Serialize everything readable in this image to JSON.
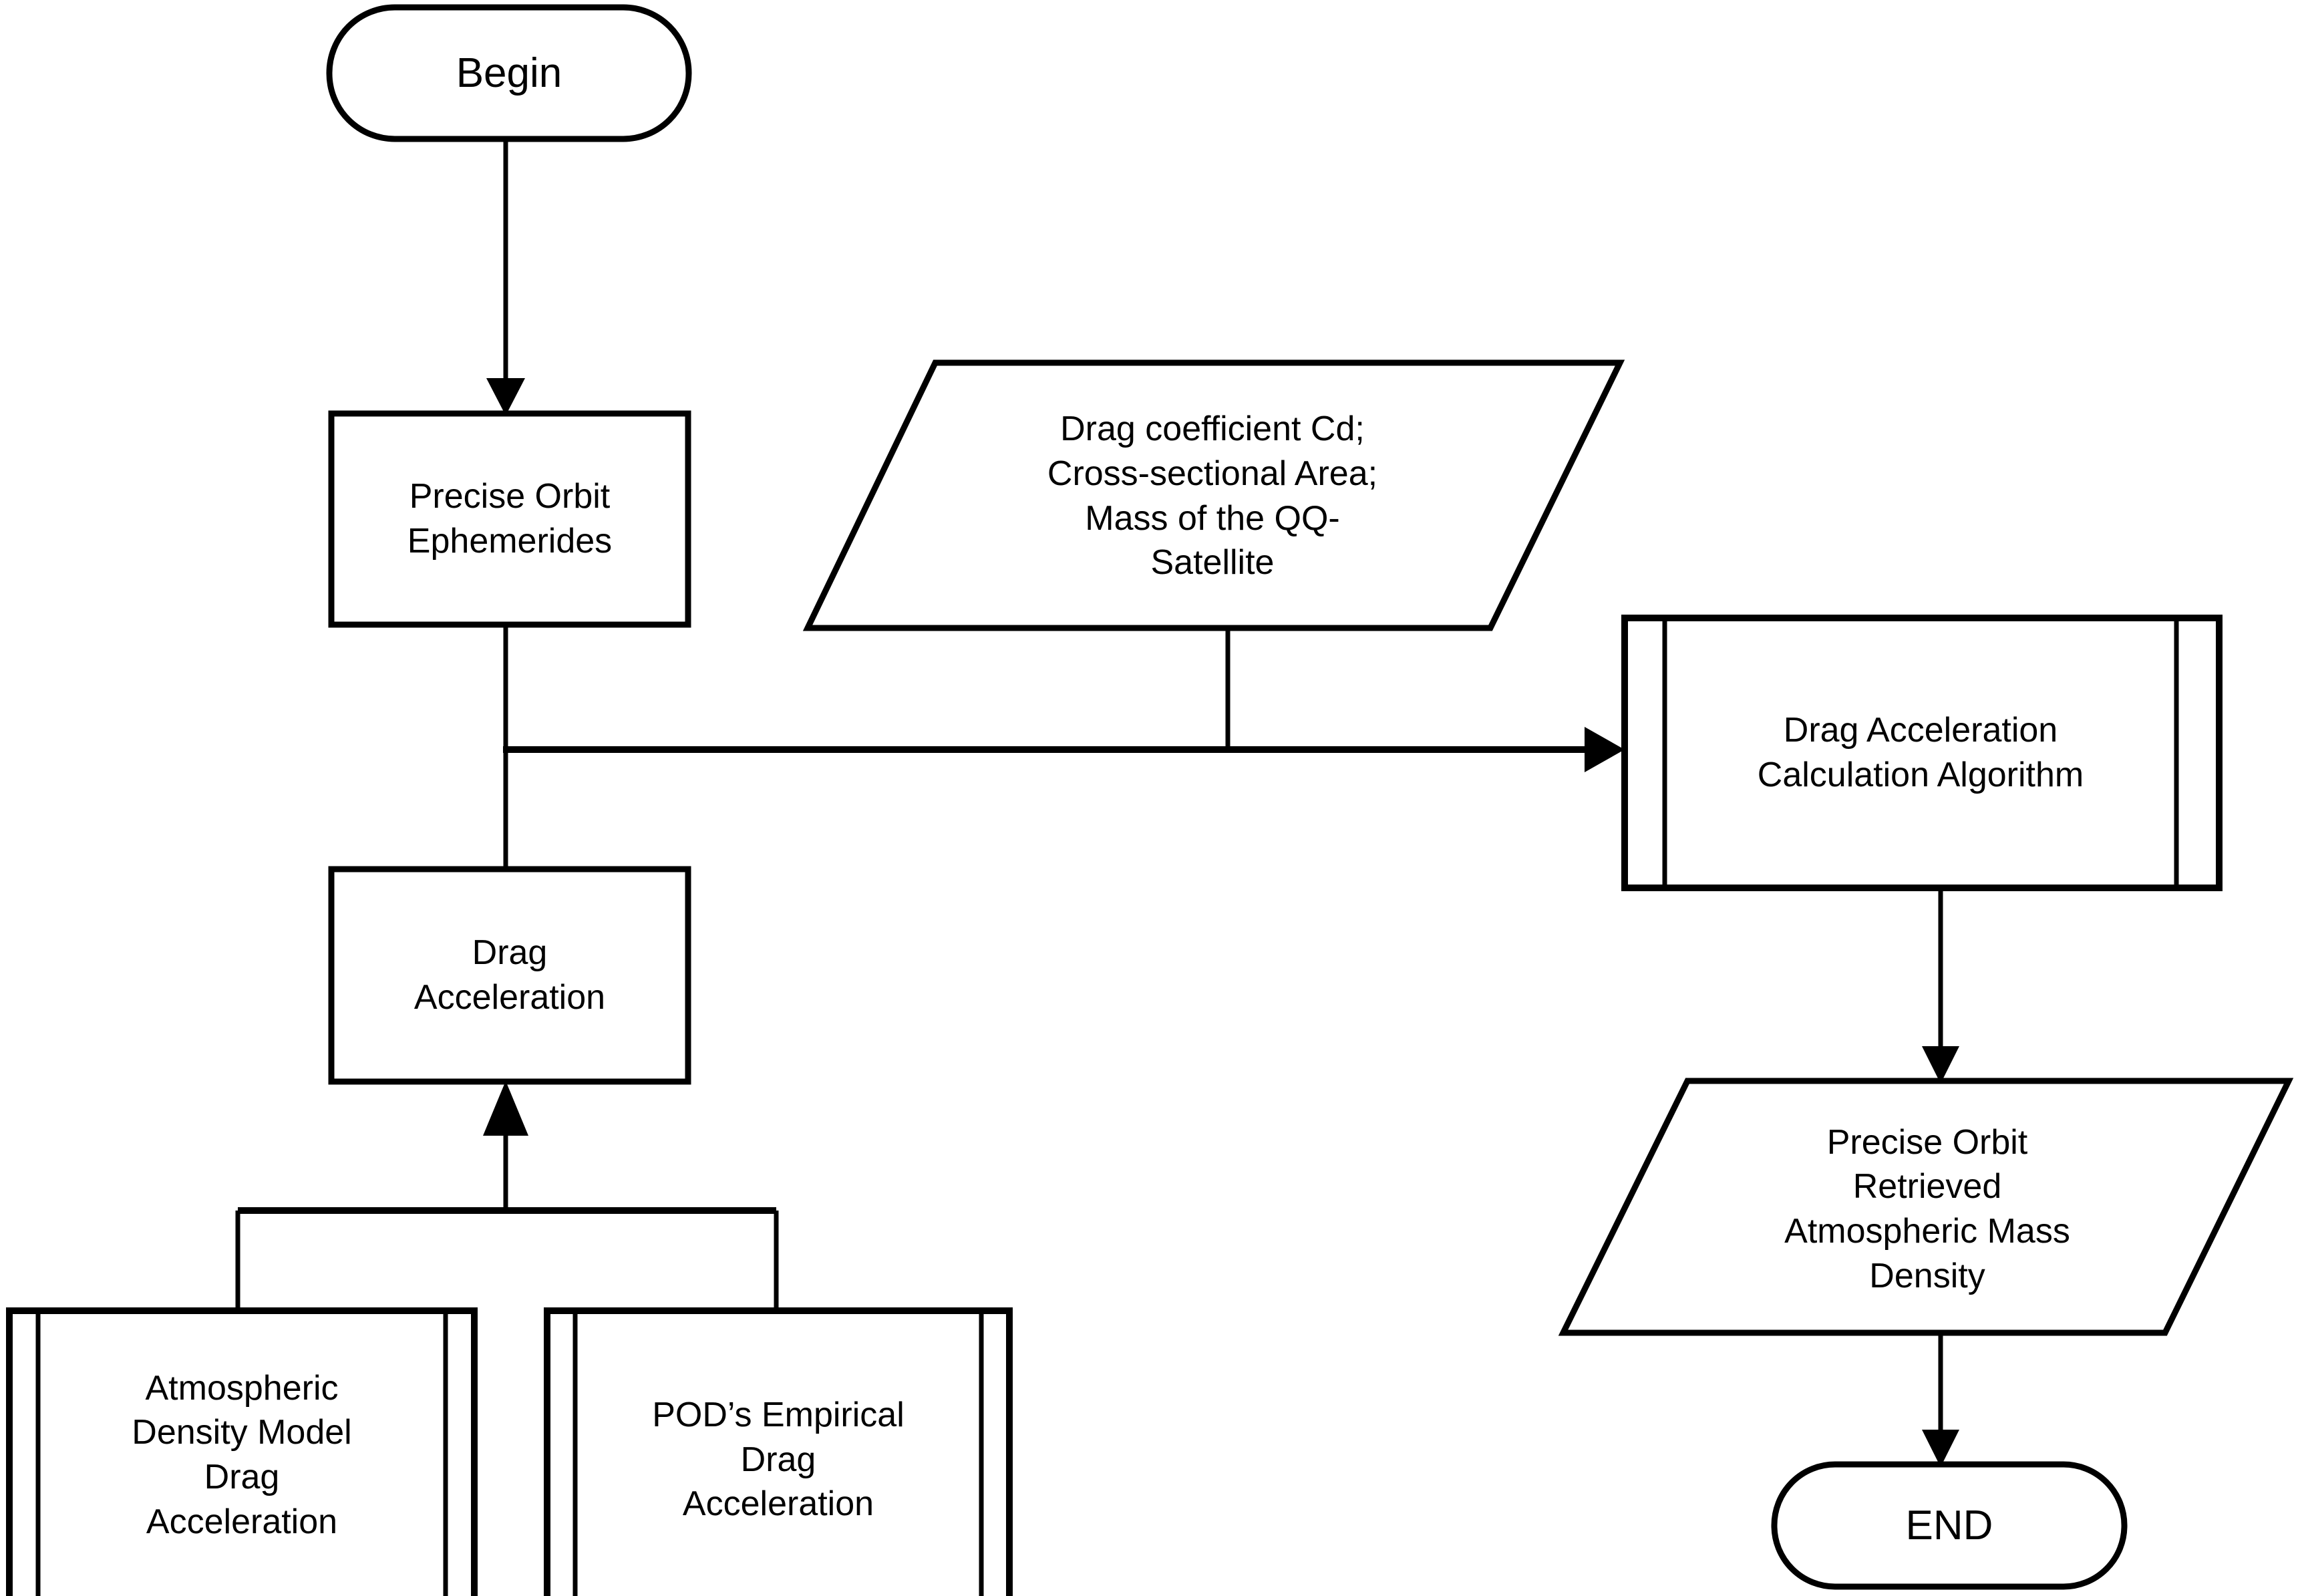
{
  "diagram": {
    "title": "Precise Orbit Retrieved Atmospheric Mass Density Flowchart",
    "type": "flowchart",
    "background_color": "#ffffff",
    "line_color": "#000000",
    "text_color": "#000000"
  },
  "nodes": {
    "begin": {
      "label": "Begin",
      "shape": "terminator"
    },
    "precise_orbit_ephemerides": {
      "label": "Precise Orbit\nEphemerides",
      "shape": "process"
    },
    "inputs_parallelogram": {
      "label": "Drag coefficient Cd;\nCross-sectional Area;\nMass of the QQ-\nSatellite",
      "shape": "input-output"
    },
    "drag_acceleration_algorithm": {
      "label": "Drag Acceleration\nCalculation Algorithm",
      "shape": "predefined-process"
    },
    "drag_acceleration": {
      "label": "Drag\nAcceleration",
      "shape": "process"
    },
    "atmospheric_density_model": {
      "label": "Atmospheric\nDensity Model\nDrag\nAcceleration",
      "shape": "predefined-process"
    },
    "pod_empirical_drag": {
      "label": "POD’s Empirical\nDrag\nAcceleration",
      "shape": "predefined-process"
    },
    "retrieved_density": {
      "label": "Precise Orbit\nRetrieved\nAtmospheric Mass\nDensity",
      "shape": "input-output"
    },
    "end": {
      "label": "END",
      "shape": "terminator"
    }
  },
  "edges": [
    {
      "from": "begin",
      "to": "precise_orbit_ephemerides",
      "arrow": true
    },
    {
      "from": "precise_orbit_ephemerides",
      "to": "drag_acceleration",
      "arrow": false
    },
    {
      "from": "precise_orbit_ephemerides",
      "to": "drag_acceleration_algorithm",
      "arrow": true
    },
    {
      "from": "inputs_parallelogram",
      "to": "drag_acceleration_algorithm",
      "arrow": false
    },
    {
      "from": "atmospheric_density_model",
      "to": "drag_acceleration",
      "arrow": true
    },
    {
      "from": "pod_empirical_drag",
      "to": "drag_acceleration",
      "arrow": true
    },
    {
      "from": "drag_acceleration_algorithm",
      "to": "retrieved_density",
      "arrow": true
    },
    {
      "from": "retrieved_density",
      "to": "end",
      "arrow": true
    }
  ]
}
